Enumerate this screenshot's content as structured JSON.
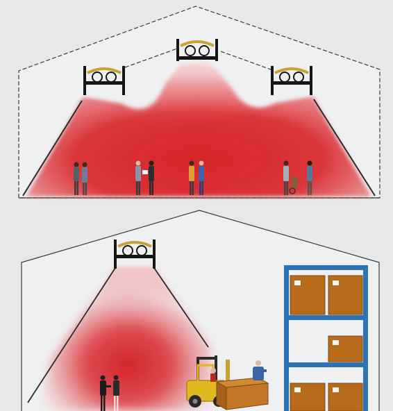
{
  "colors": {
    "background": "#e7e8ea",
    "outline": "#3a3a3a",
    "heat_red": "#d7262b",
    "heat_pink": "#f2c4c7",
    "heater_black": "#161616",
    "heater_gold": "#c9a233",
    "rack_blue": "#2f73b5",
    "box_brown": "#b66a1a",
    "forklift_yellow": "#e0b81f",
    "worker_blue": "#3b63a6"
  },
  "scenes": [
    {
      "id": "top",
      "heaters": 3,
      "people_groups": 4,
      "icons": [
        "heater-icon",
        "person-icon"
      ]
    },
    {
      "id": "bottom",
      "heaters": 1,
      "people_groups": 1,
      "storage_rack_levels": 3,
      "icons": [
        "heater-icon",
        "person-icon",
        "forklift-icon",
        "storage-rack-icon",
        "box-icon"
      ]
    }
  ]
}
